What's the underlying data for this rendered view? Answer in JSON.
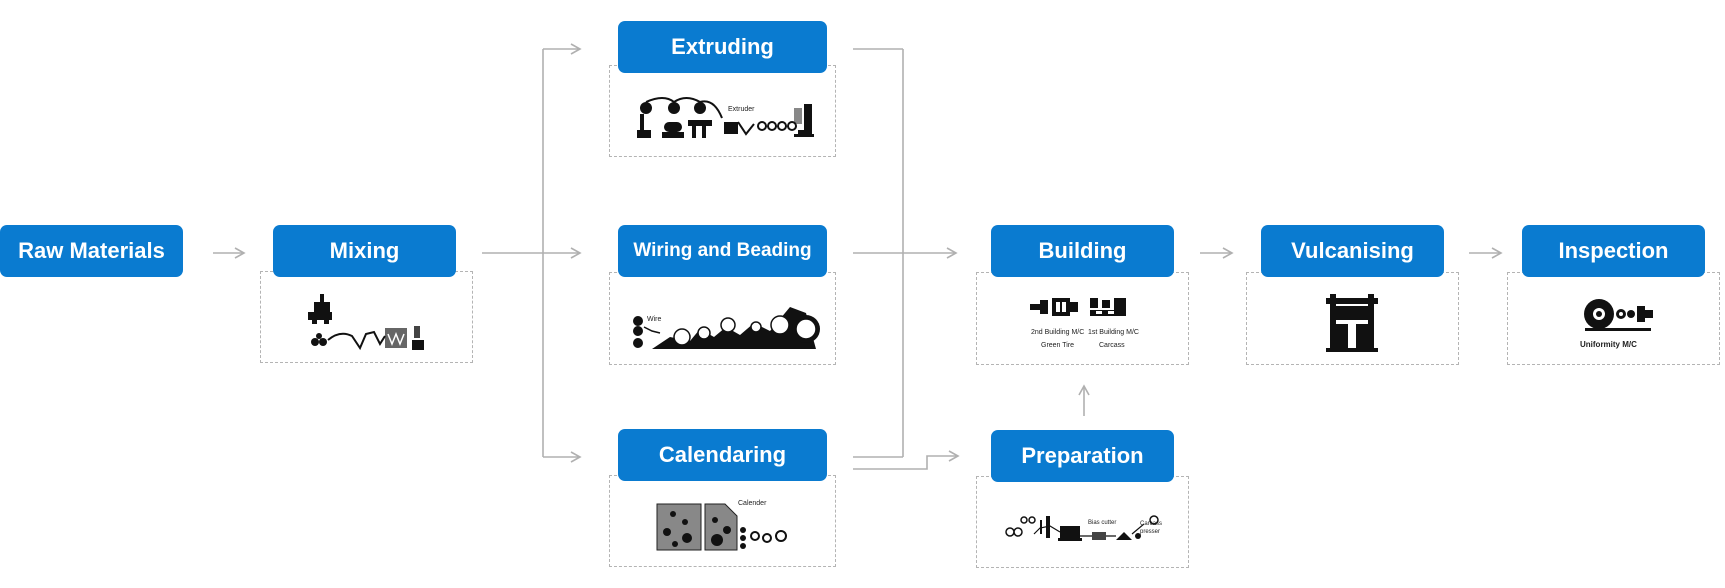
{
  "colors": {
    "accent": "#0a7bd0",
    "connector": "#b0b0b0",
    "dashed_border": "#b4b4b4"
  },
  "steps": {
    "raw_materials": "Raw Materials",
    "mixing": "Mixing",
    "extruding": "Extruding",
    "wiring_and_beading": "Wiring and Beading",
    "calendaring": "Calendaring",
    "building": "Building",
    "preparation": "Preparation",
    "vulcanising": "Vulcanising",
    "inspection": "Inspection"
  },
  "illustration_labels": {
    "extruder": "Extruder",
    "wire": "Wire",
    "calender": "Calender",
    "second_building_mc": "2nd Building M/C",
    "first_building_mc": "1st Building M/C",
    "green_tire": "Green Tire",
    "carcass": "Carcass",
    "bias_cutter": "Bias cutter",
    "carcass_presser": "Carcass presser",
    "uniformity_mc": "Uniformity M/C"
  },
  "icons": [
    "mixing-machine-icon",
    "extruder-line-icon",
    "wire-beading-line-icon",
    "calender-machine-icon",
    "building-machine-icon",
    "preparation-line-icon",
    "vulcanising-press-icon",
    "uniformity-machine-icon"
  ]
}
